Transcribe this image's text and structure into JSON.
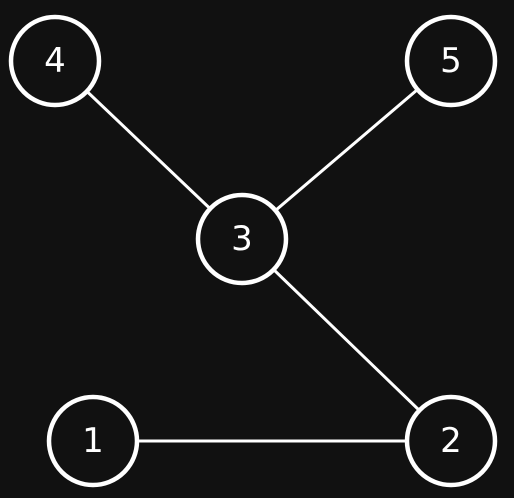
{
  "colors": {
    "background": "#111111",
    "stroke": "#ffffff",
    "text": "#ffffff"
  },
  "nodes": [
    {
      "id": "1",
      "label": "1"
    },
    {
      "id": "2",
      "label": "2"
    },
    {
      "id": "3",
      "label": "3"
    },
    {
      "id": "4",
      "label": "4"
    },
    {
      "id": "5",
      "label": "5"
    }
  ],
  "edges": [
    {
      "from": "4",
      "to": "3"
    },
    {
      "from": "5",
      "to": "3"
    },
    {
      "from": "3",
      "to": "2"
    },
    {
      "from": "1",
      "to": "2"
    }
  ]
}
